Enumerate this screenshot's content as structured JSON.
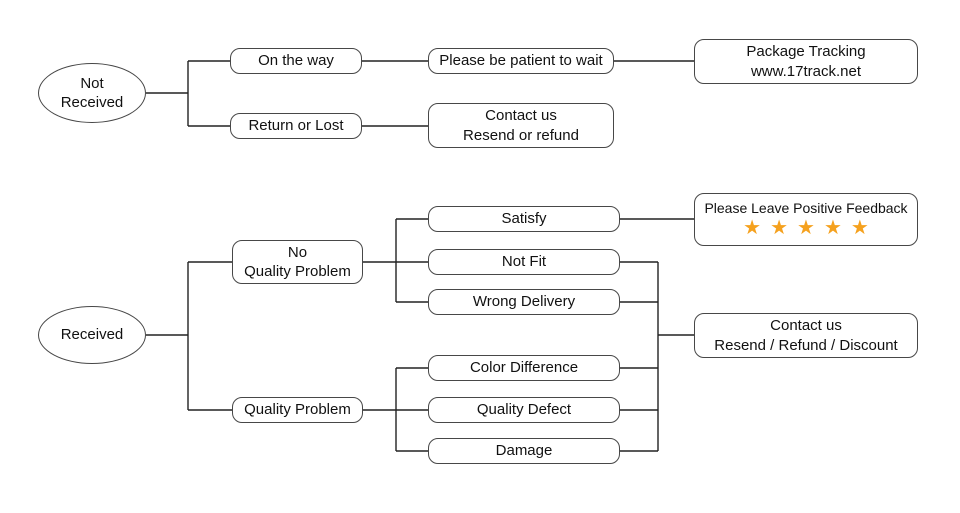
{
  "title": "Customer service decision flowchart",
  "colors": {
    "background": "#ffffff",
    "node_border": "#474747",
    "connector_line": "#222222",
    "text": "#111111",
    "star": "#F5A11E"
  },
  "nodes": {
    "not_received": {
      "label": "Not\nReceived"
    },
    "received": {
      "label": "Received"
    },
    "on_the_way": {
      "label": "On the way"
    },
    "return_or_lost": {
      "label": "Return or Lost"
    },
    "please_wait": {
      "label": "Please be patient to wait"
    },
    "package_tracking": {
      "label": "Package Tracking\nwww.17track.net"
    },
    "contact_resend_refund": {
      "label": "Contact us\nResend or refund"
    },
    "no_quality_problem": {
      "label": "No\nQuality Problem"
    },
    "quality_problem": {
      "label": "Quality Problem"
    },
    "satisfy": {
      "label": "Satisfy"
    },
    "not_fit": {
      "label": "Not Fit"
    },
    "wrong_delivery": {
      "label": "Wrong Delivery"
    },
    "color_difference": {
      "label": "Color Difference"
    },
    "quality_defect": {
      "label": "Quality Defect"
    },
    "damage": {
      "label": "Damage"
    },
    "feedback": {
      "label": "Please Leave Positive Feedback",
      "star_count": 5,
      "stars": "★★★★★"
    },
    "contact_discount": {
      "label": "Contact us\nResend / Refund / Discount"
    }
  },
  "edges": [
    [
      "not_received",
      "on_the_way"
    ],
    [
      "not_received",
      "return_or_lost"
    ],
    [
      "on_the_way",
      "please_wait"
    ],
    [
      "please_wait",
      "package_tracking"
    ],
    [
      "return_or_lost",
      "contact_resend_refund"
    ],
    [
      "received",
      "no_quality_problem"
    ],
    [
      "received",
      "quality_problem"
    ],
    [
      "no_quality_problem",
      "satisfy"
    ],
    [
      "no_quality_problem",
      "not_fit"
    ],
    [
      "no_quality_problem",
      "wrong_delivery"
    ],
    [
      "quality_problem",
      "color_difference"
    ],
    [
      "quality_problem",
      "quality_defect"
    ],
    [
      "quality_problem",
      "damage"
    ],
    [
      "satisfy",
      "feedback"
    ],
    [
      "not_fit",
      "contact_discount"
    ],
    [
      "wrong_delivery",
      "contact_discount"
    ],
    [
      "color_difference",
      "contact_discount"
    ],
    [
      "quality_defect",
      "contact_discount"
    ],
    [
      "damage",
      "contact_discount"
    ]
  ]
}
